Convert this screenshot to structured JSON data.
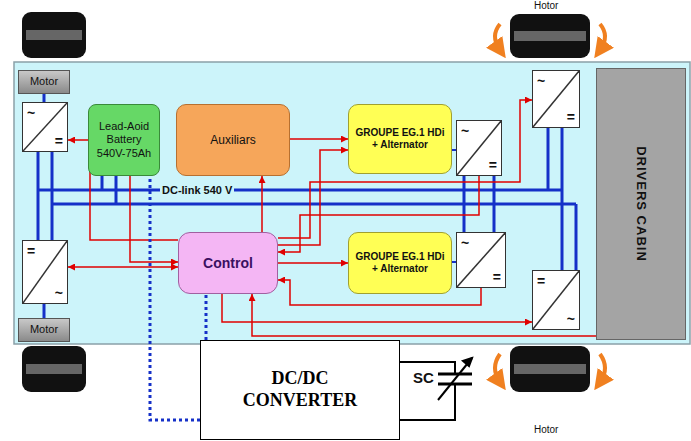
{
  "diagram": {
    "nodes": [
      {
        "text": [
          "Motor"
        ]
      },
      {
        "text": [
          "~",
          "="
        ]
      },
      {
        "text": [
          "Lead-Aoid Battery 540V-75Ah"
        ]
      },
      {
        "text": [
          "Auxiliars"
        ]
      },
      {
        "text": [
          "GROUPE EG.1 HDi + Alternator"
        ]
      },
      {
        "text": [
          "~",
          "="
        ]
      },
      {
        "text": [
          "~",
          "="
        ]
      },
      {
        "text": [
          "DRIVERS CABIN"
        ]
      },
      {
        "text": [
          "=",
          "~"
        ]
      },
      {
        "text": [
          "Control"
        ]
      },
      {
        "text": [
          "GROUPE EG.1 HDi + Alternator"
        ]
      },
      {
        "text": [
          "~",
          "="
        ]
      },
      {
        "text": [
          "=",
          "~"
        ]
      },
      {
        "text": [
          "Motor"
        ]
      },
      {
        "text": [
          "DC/DC CONVERTER"
        ]
      }
    ],
    "edges": [
      {
        "from": 9,
        "to": 1,
        "arrow": "to"
      },
      {
        "from": 8,
        "to": 9,
        "arrow": "both"
      },
      {
        "from": 2,
        "to": 9,
        "arrow": "to"
      },
      {
        "from": 9,
        "to": 3,
        "arrow": "to"
      },
      {
        "from": 9,
        "to": 4,
        "arrow": "to"
      },
      {
        "from": 9,
        "to": 10,
        "arrow": "to"
      },
      {
        "from": 5,
        "to": 9,
        "arrow": "to"
      },
      {
        "from": 11,
        "to": 9,
        "arrow": "to"
      },
      {
        "from": 9,
        "to": 6,
        "arrow": "to"
      },
      {
        "from": 9,
        "to": 12,
        "arrow": "to"
      },
      {
        "from": 7,
        "to": 9,
        "arrow": "to"
      },
      {
        "from": 3,
        "to": 4,
        "arrow": "to"
      },
      {
        "from": 14,
        "to": 2,
        "arrow": "none"
      },
      {
        "from": 14,
        "to": 9,
        "arrow": "none"
      }
    ],
    "labels": [
      "Hotor",
      "DC-link 540 V",
      "SC",
      "Hotor"
    ]
  }
}
